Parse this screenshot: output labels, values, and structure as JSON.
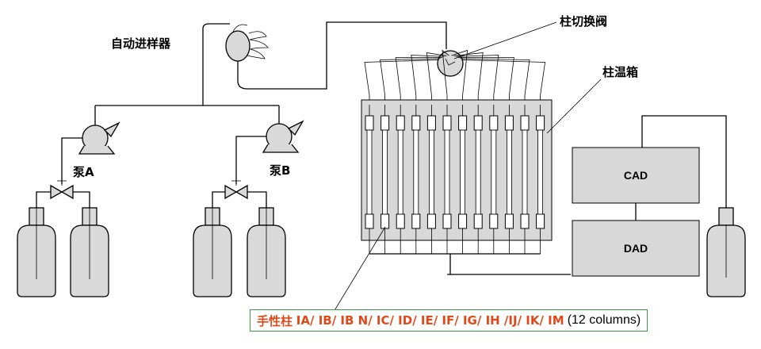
{
  "labels": {
    "autosampler": "自动进样器",
    "pump_a": "泵A",
    "pump_b": "泵B",
    "column_switch_valve": "柱切换阀",
    "column_oven": "柱温箱",
    "cad": "CAD",
    "dad": "DAD"
  },
  "caption": {
    "prefix": "手性柱",
    "columns": "IA/ IB/ IB N/ IC/ ID/ IE/ IF/ IG/ IH /IJ/ IK/ IM",
    "note": "(12 columns)"
  },
  "colors": {
    "fill_gray": "#d8d8d8",
    "caption_border": "#3a9a4a",
    "caption_text": "#e04a1a"
  }
}
